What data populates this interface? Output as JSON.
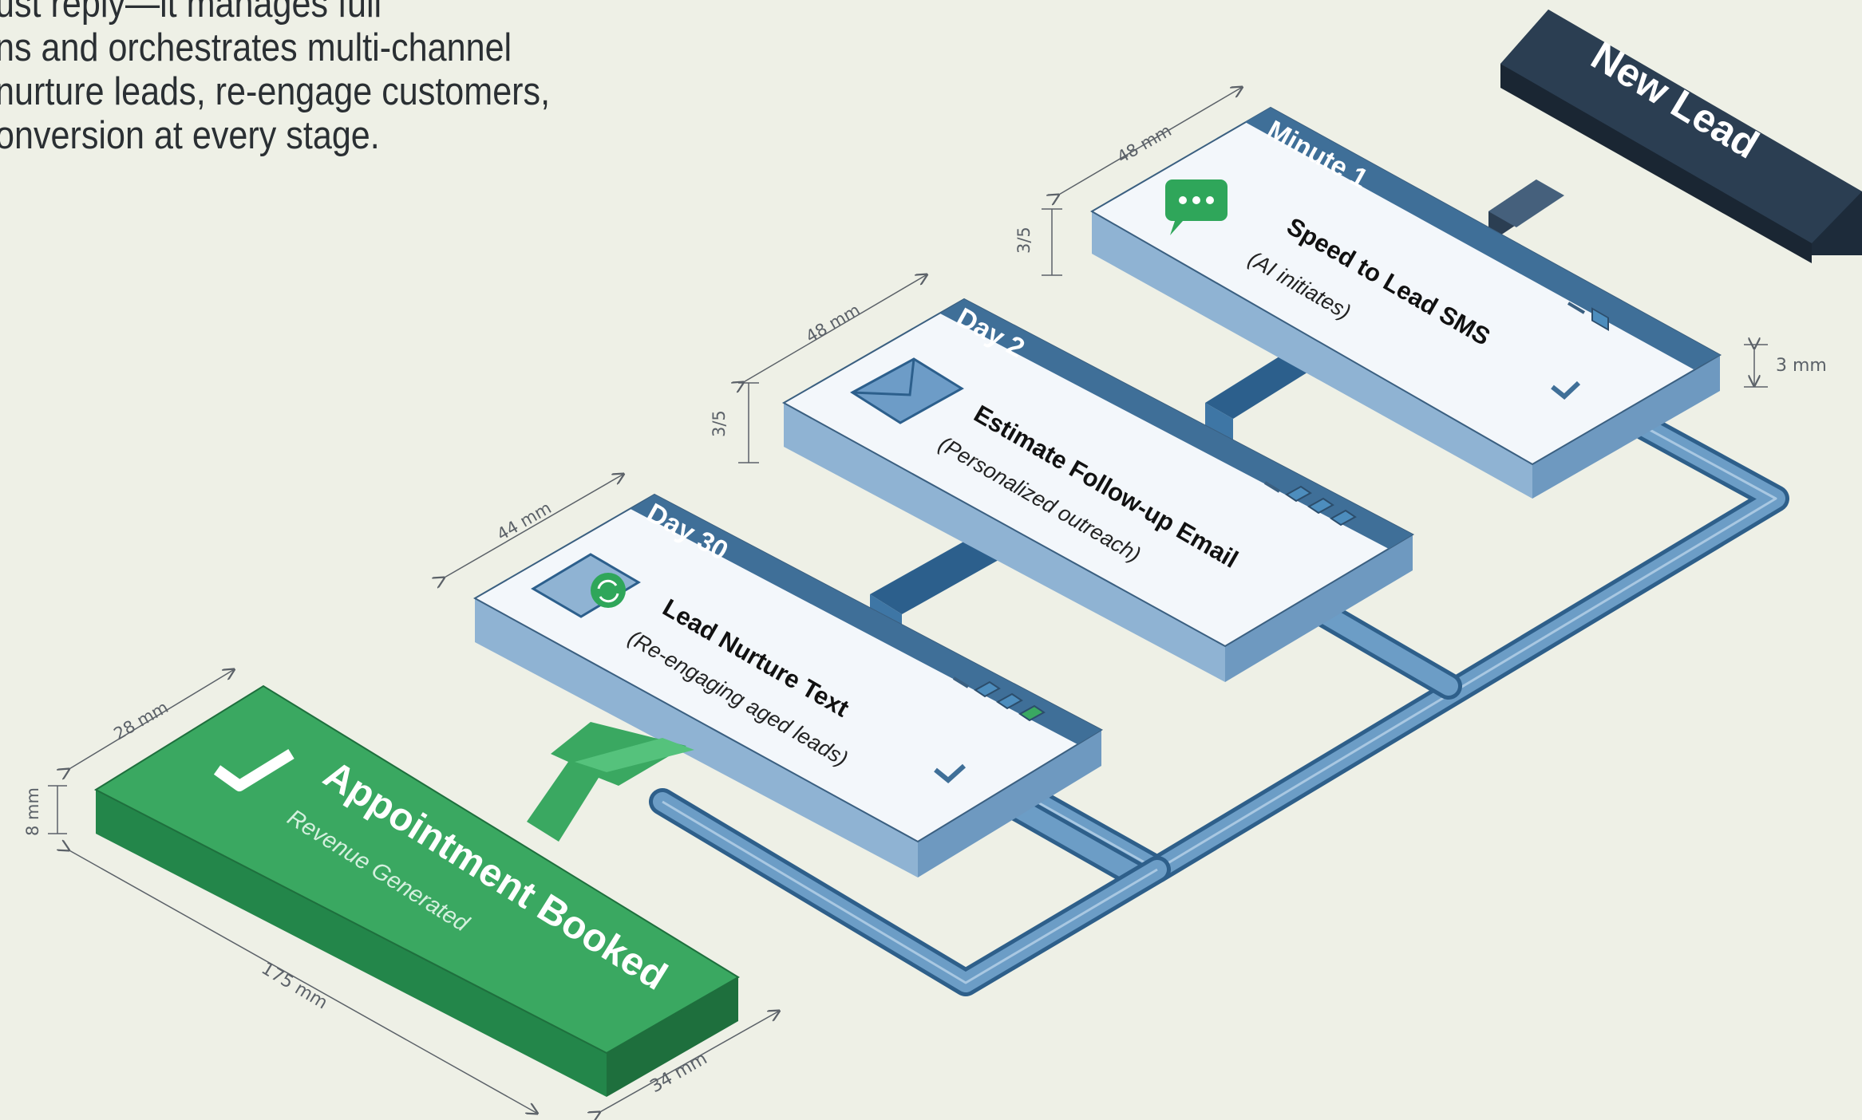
{
  "intro": {
    "lines": [
      "ust reply—it manages full",
      "ns and orchestrates multi-channel",
      "nurture leads, re-engage customers,",
      "onversion at every stage."
    ]
  },
  "trigger": {
    "label": "New Lead"
  },
  "steps": [
    {
      "timing": "Minute 1",
      "title": "Speed to Lead SMS",
      "subtitle": "(AI initiates)",
      "icon": "chat-bubble-icon",
      "width_dim": "48 mm",
      "height_dim": "3/5"
    },
    {
      "timing": "Day 2",
      "title": "Estimate Follow-up Email",
      "subtitle": "(Personalized outreach)",
      "icon": "envelope-icon",
      "width_dim": "48 mm",
      "height_dim": "3/5"
    },
    {
      "timing": "Day 30",
      "title": "Lead Nurture Text",
      "subtitle": "(Re-engaging aged leads)",
      "icon": "phone-sync-icon",
      "width_dim": "44 mm"
    }
  ],
  "outcome": {
    "title": "Appointment Booked",
    "subtitle": "Revenue Generated",
    "icon": "checkmark-icon",
    "dims": {
      "width": "28 mm",
      "height": "8 mm",
      "length": "175 mm",
      "depth": "34 mm"
    }
  },
  "side_dim": "3 mm",
  "colors": {
    "background": "#eef0e6",
    "card_header": "#3f6f98",
    "card_body": "#f2f6fa",
    "card_side": "#7fa9cc",
    "pipe": "#4d81ad",
    "trigger": "#2b3e52",
    "outcome": "#3aa861",
    "chat_icon": "#2fa65a"
  }
}
